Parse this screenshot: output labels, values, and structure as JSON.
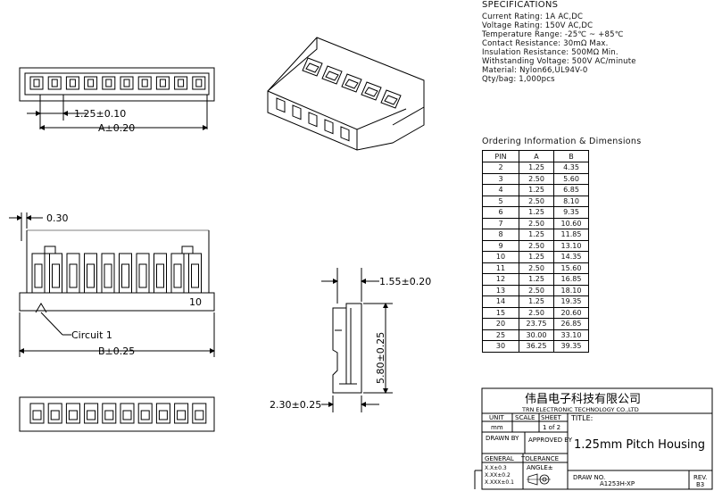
{
  "specs": {
    "title": "SPECIFICATIONS",
    "lines": [
      "Current Rating: 1A AC,DC",
      "Voltage Rating: 150V AC,DC",
      "Temperature Range: -25℃ ~ +85℃",
      "Contact Resistance: 30mΩ Max.",
      "Insulation Resistance: 500MΩ Min.",
      "Withstanding Voltage: 500V AC/minute",
      "Material: Nylon66,UL94V-0",
      "Qty/bag: 1,000pcs"
    ]
  },
  "ordering": {
    "title": "Ordering Information & Dimensions",
    "headers": [
      "PIN",
      "A",
      "B"
    ],
    "rows": [
      [
        "2",
        "1.25",
        "4.35"
      ],
      [
        "3",
        "2.50",
        "5.60"
      ],
      [
        "4",
        "1.25",
        "6.85"
      ],
      [
        "5",
        "2.50",
        "8.10"
      ],
      [
        "6",
        "1.25",
        "9.35"
      ],
      [
        "7",
        "2.50",
        "10.60"
      ],
      [
        "8",
        "1.25",
        "11.85"
      ],
      [
        "9",
        "2.50",
        "13.10"
      ],
      [
        "10",
        "1.25",
        "14.35"
      ],
      [
        "11",
        "2.50",
        "15.60"
      ],
      [
        "12",
        "1.25",
        "16.85"
      ],
      [
        "13",
        "2.50",
        "18.10"
      ],
      [
        "14",
        "1.25",
        "19.35"
      ],
      [
        "15",
        "2.50",
        "20.60"
      ],
      [
        "20",
        "23.75",
        "26.85"
      ],
      [
        "25",
        "30.00",
        "33.10"
      ],
      [
        "30",
        "36.25",
        "39.35"
      ]
    ]
  },
  "drawing": {
    "pitch_dim": "1.25±0.10",
    "a_dim": "A±0.20",
    "wall_dim": "0.30",
    "pin_count_label": "10",
    "circuit_label": "Circuit 1",
    "b_dim": "B±0.25",
    "side_top_dim": "1.55±0.20",
    "side_height_dim": "5.80±0.25",
    "side_width_dim": "2.30±0.25"
  },
  "title_block": {
    "company_cn": "伟昌电子科技有限公司",
    "company_en": "TRN ELECTRONIC TECHNOLOGY CO.,LTD",
    "unit_label": "UNIT",
    "scale_label": "SCALE",
    "sheet_label": "SHEET",
    "title_label": "TITLE:",
    "unit_value": "mm",
    "sheet_value": "1 of 2",
    "drawn_by_label": "DRAWN BY",
    "approved_by_label": "APPROVED BY",
    "title_value": "1.25mm Pitch Housing",
    "general_label": "GENERAL",
    "tolerance_label": "TOLERANCE",
    "tol_1": "X.X±0.3",
    "tol_2": "X.XX±0.2",
    "tol_3": "X.XXX±0.1",
    "angle_label": "ANGLE±",
    "draw_no_label": "DRAW NO.",
    "draw_no_value": "A1253H-XP",
    "rev_label": "REV.",
    "rev_value": "B3"
  }
}
